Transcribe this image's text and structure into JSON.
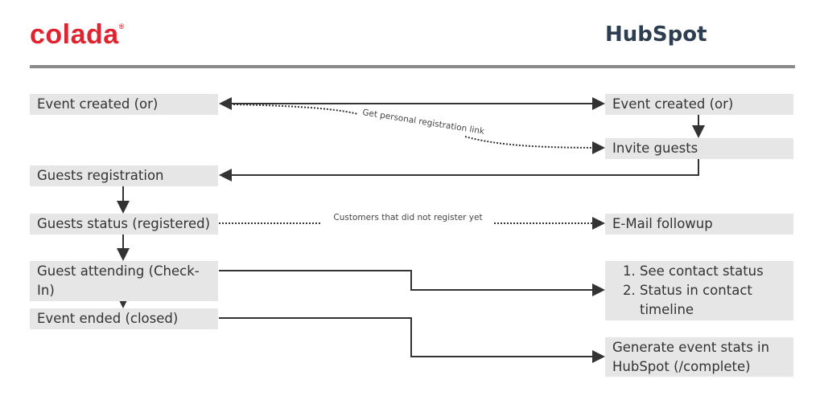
{
  "logos": {
    "left": "colada",
    "left_mark": "®",
    "right": "HubSpot"
  },
  "left_steps": [
    "Event created (or)",
    "Guests registration",
    "Guests status (registered)",
    "Guest attending (Check-In)",
    "Event ended (closed)"
  ],
  "right_steps": {
    "event_created": "Event created (or)",
    "invite": "Invite guests",
    "followup": "E-Mail followup",
    "status_list": [
      "See contact status",
      "Status in contact timeline"
    ],
    "stats": "Generate event stats in HubSpot (/complete)"
  },
  "labels": {
    "registration_link": "Get personal registration link",
    "not_registered": "Customers that did not register yet"
  },
  "colors": {
    "box": "#e6e6e6",
    "line": "#333333",
    "colada": "#e0232f",
    "hubspot_orange": "#ff7a59"
  }
}
